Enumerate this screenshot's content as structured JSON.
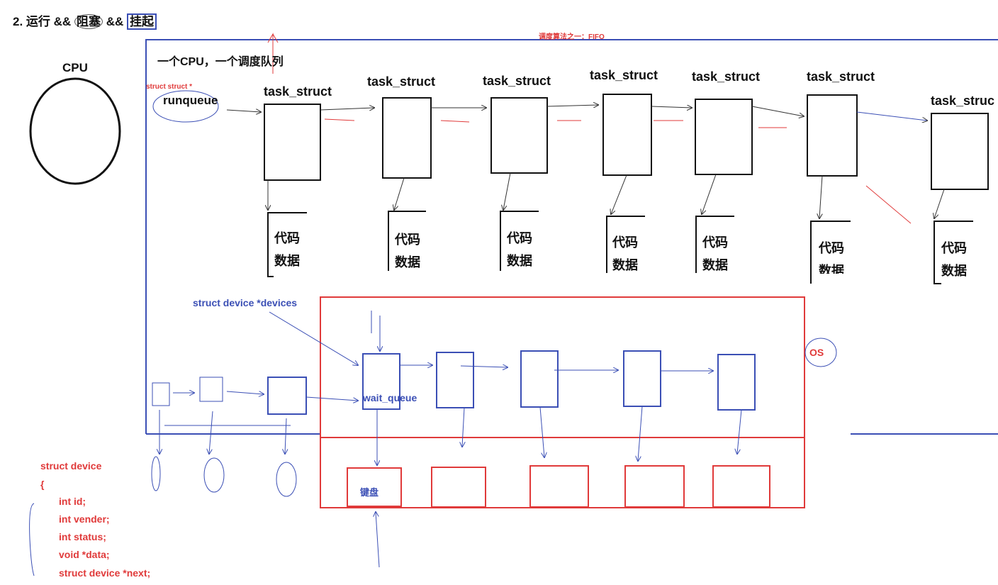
{
  "heading": {
    "number": "2.",
    "run": "运行",
    "amp1": "&&",
    "block": "阻塞",
    "amp2": "&&",
    "suspend": "挂起"
  },
  "cpu_label": "CPU",
  "fifo_note": "调度算法之一：FIFO",
  "queue_title": "一个CPU，一个调度队列",
  "runqueue": {
    "type_note": "struct struct *",
    "label": "runqueue"
  },
  "task_label": "task_struct",
  "task_label_cut": "task_struc",
  "code_label": "代码",
  "data_label": "数据",
  "data_label_cut": "数据",
  "devices_label": "struct device *devices",
  "wait_queue_label": "wait_queue",
  "os_label": "OS",
  "keyboard_label": "键盘",
  "struct_code": [
    "struct device",
    "{",
    "int id;",
    "int vender;",
    "int status;",
    "void *data;",
    "struct device *next;"
  ],
  "colors": {
    "blue": "#3b4fb5",
    "red": "#e03a3a",
    "black": "#111111"
  }
}
